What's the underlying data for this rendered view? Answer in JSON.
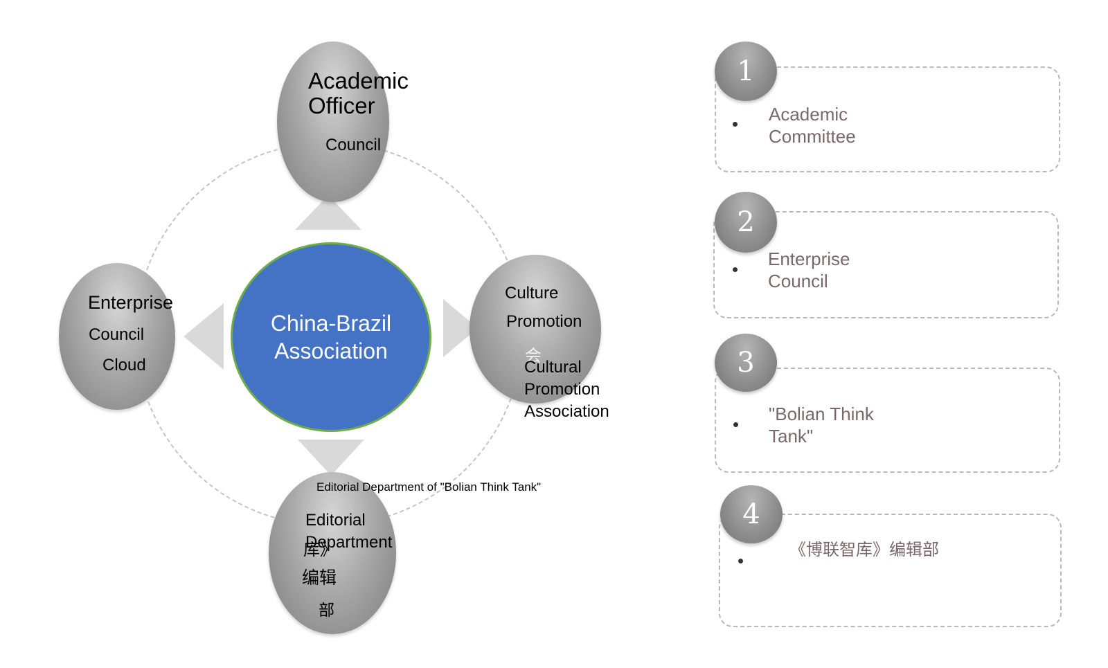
{
  "diagram": {
    "center": {
      "line1": "China-Brazil",
      "line2": "Association"
    },
    "top": {
      "title1": "Academic",
      "title2": "Officer",
      "sub": "Council"
    },
    "left": {
      "line1": "Enterprise",
      "line2": "Council",
      "line3": "Cloud"
    },
    "right": {
      "line1": "Culture",
      "line2": "Promotion",
      "glyph": "会",
      "line3": "Cultural",
      "line4": "Promotion",
      "line5": "Association"
    },
    "bottom": {
      "caption": "Editorial Department of \"Bolian Think Tank\"",
      "line1": "Editorial",
      "line2": "Department",
      "glyph": "库》",
      "cjk1": "编辑",
      "cjk2": "部"
    }
  },
  "list": [
    {
      "number": "1",
      "line1": "Academic",
      "line2": "Committee"
    },
    {
      "number": "2",
      "line1": "Enterprise",
      "line2": "Council"
    },
    {
      "number": "3",
      "line1": "\"Bolian Think",
      "line2": "Tank\""
    },
    {
      "number": "4",
      "line1": "《博联智库》编辑部",
      "line2": ""
    }
  ]
}
